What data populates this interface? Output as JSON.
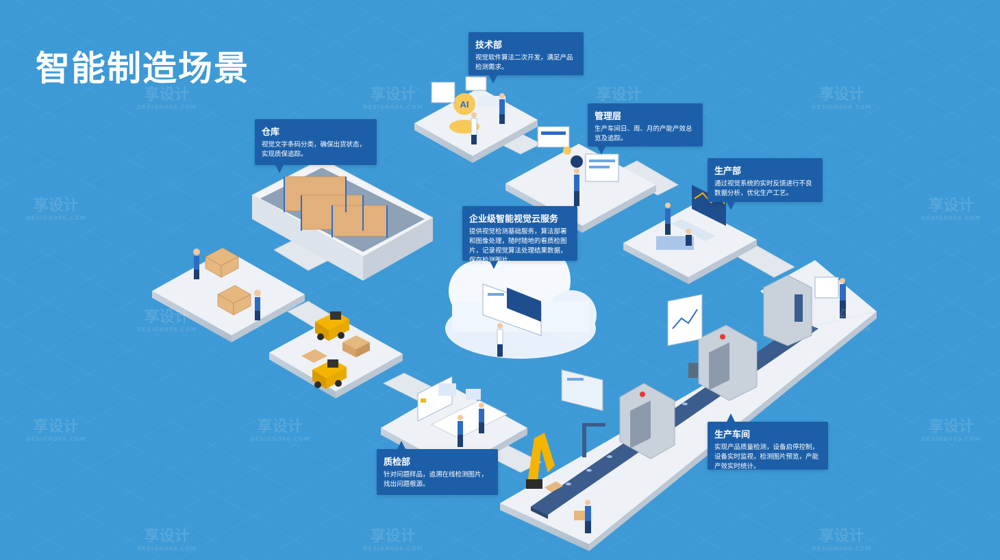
{
  "title": "智能制造场景",
  "watermark": {
    "main": "享设计",
    "sub": "DESIGN006.COM"
  },
  "ai_label": "AI",
  "cards": {
    "tech": {
      "title": "技术部",
      "desc": "视觉软件算法二次开发，满足产品检测需求。"
    },
    "mgmt": {
      "title": "管理层",
      "desc": "生产车间日、周、月的产能产效总览及追踪。"
    },
    "warehouse": {
      "title": "仓库",
      "desc": "视觉文字条码分类，确保出货状态，实现质保追踪。"
    },
    "production": {
      "title": "生产部",
      "desc": "通过视觉系统的实时反馈进行不良数据分析，优化生产工艺。"
    },
    "cloud": {
      "title": "企业级智能视觉云服务",
      "desc": "提供视觉检测基础服务，算法部署和图像处理，随时随地的看质检图片，记录视觉算法处理结果数据，保存检测图片。"
    },
    "qc": {
      "title": "质检部",
      "desc": "针对问题样品，追溯在线检测图片，找出问题根源。"
    },
    "workshop": {
      "title": "生产车间",
      "desc": "实现产品质量检测，设备启停控制，设备实时监视，检测图片预览，产能产效实时统计。"
    }
  },
  "colors": {
    "background": "#3d9ad6",
    "card": "#1c5fa8",
    "platform": "#eef1f5",
    "accent_yellow": "#f4b400"
  }
}
